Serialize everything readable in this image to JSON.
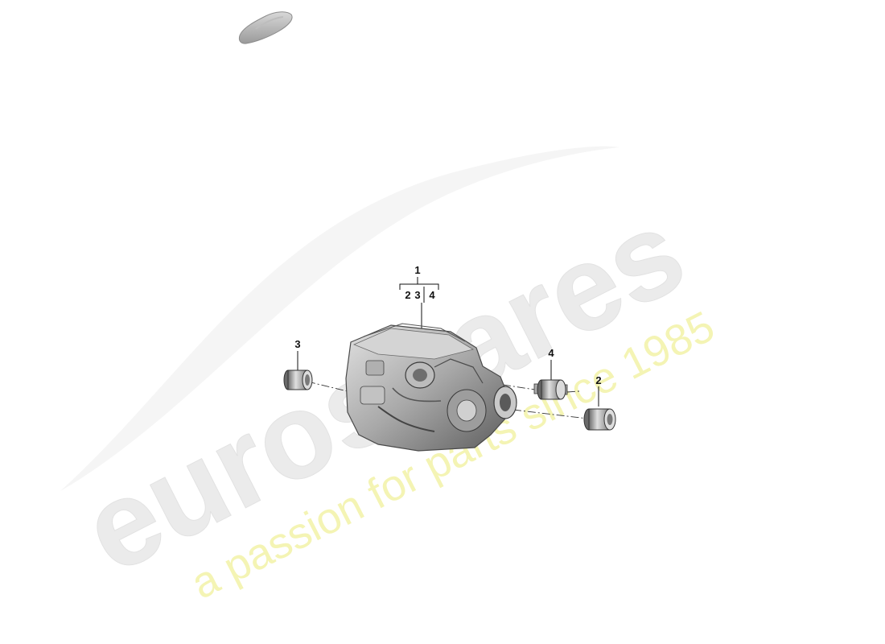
{
  "diagram": {
    "main_part_label": "1",
    "kit_sub_labels": [
      "2",
      "3",
      "4"
    ],
    "parts": [
      {
        "id": "part-1",
        "label": "1",
        "name": "transmission-assembly"
      },
      {
        "id": "part-2",
        "label": "2",
        "name": "mount-bushing"
      },
      {
        "id": "part-3",
        "label": "3",
        "name": "mount-bushing"
      },
      {
        "id": "part-4",
        "label": "4",
        "name": "mount-bushing"
      }
    ],
    "icon": "car-thumbnail-icon"
  },
  "watermark": {
    "brand": "eurospares",
    "tagline": "a passion for parts since 1985",
    "brand_color": "#e8e8e8",
    "tagline_color": "#f3f3a8"
  }
}
